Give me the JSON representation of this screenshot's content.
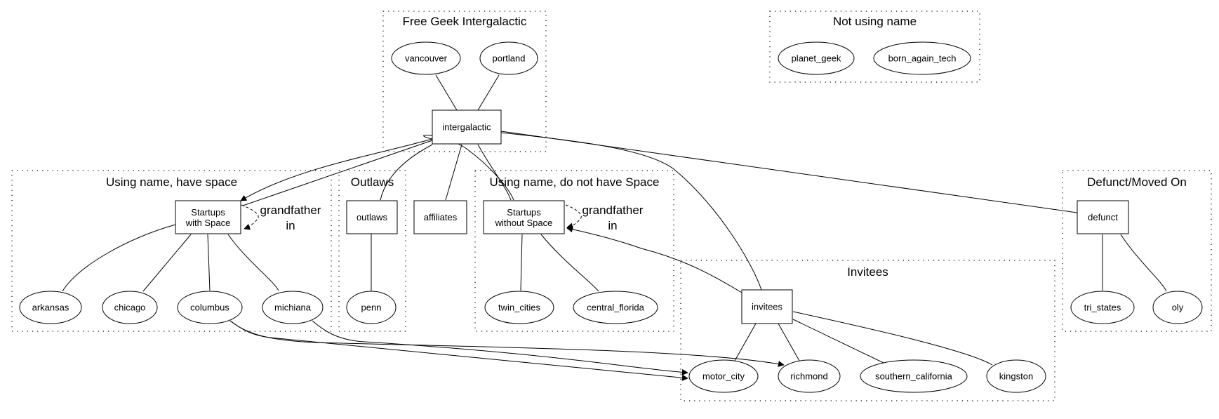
{
  "graph": {
    "clusters": [
      {
        "id": "free_geek",
        "title": "Free Geek Intergalactic",
        "nodes": [
          "vancouver",
          "portland",
          "intergalactic"
        ]
      },
      {
        "id": "not_using",
        "title": "Not using name",
        "nodes": [
          "planet_geek",
          "born_again_tech"
        ]
      },
      {
        "id": "have_space",
        "title": "Using name, have space",
        "nodes": [
          "startups_with_space",
          "arkansas",
          "chicago",
          "columbus",
          "michiana"
        ]
      },
      {
        "id": "outlaws_cluster",
        "title": "Outlaws",
        "nodes": [
          "outlaws",
          "penn"
        ]
      },
      {
        "id": "no_space",
        "title": "Using name, do not have Space",
        "nodes": [
          "startups_without_space",
          "twin_cities",
          "central_florida"
        ]
      },
      {
        "id": "defunct_cluster",
        "title": "Defunct/Moved On",
        "nodes": [
          "defunct",
          "tri_states",
          "oly"
        ]
      },
      {
        "id": "invitees_cluster",
        "title": "Invitees",
        "nodes": [
          "invitees",
          "motor_city",
          "richmond",
          "southern_california",
          "kingston"
        ]
      }
    ],
    "nodes": [
      {
        "id": "vancouver",
        "label": "vancouver",
        "shape": "ellipse"
      },
      {
        "id": "portland",
        "label": "portland",
        "shape": "ellipse"
      },
      {
        "id": "intergalactic",
        "label": "intergalactic",
        "shape": "box"
      },
      {
        "id": "planet_geek",
        "label": "planet_geek",
        "shape": "ellipse"
      },
      {
        "id": "born_again_tech",
        "label": "born_again_tech",
        "shape": "ellipse"
      },
      {
        "id": "startups_with_space",
        "label": "Startups\nwith Space",
        "shape": "box"
      },
      {
        "id": "arkansas",
        "label": "arkansas",
        "shape": "ellipse"
      },
      {
        "id": "chicago",
        "label": "chicago",
        "shape": "ellipse"
      },
      {
        "id": "columbus",
        "label": "columbus",
        "shape": "ellipse"
      },
      {
        "id": "michiana",
        "label": "michiana",
        "shape": "ellipse"
      },
      {
        "id": "outlaws",
        "label": "outlaws",
        "shape": "box"
      },
      {
        "id": "penn",
        "label": "penn",
        "shape": "ellipse"
      },
      {
        "id": "affiliates",
        "label": "affiliates",
        "shape": "box"
      },
      {
        "id": "startups_without_space",
        "label": "Startups\nwithout Space",
        "shape": "box"
      },
      {
        "id": "twin_cities",
        "label": "twin_cities",
        "shape": "ellipse"
      },
      {
        "id": "central_florida",
        "label": "central_florida",
        "shape": "ellipse"
      },
      {
        "id": "defunct",
        "label": "defunct",
        "shape": "box"
      },
      {
        "id": "tri_states",
        "label": "tri_states",
        "shape": "ellipse"
      },
      {
        "id": "oly",
        "label": "oly",
        "shape": "ellipse"
      },
      {
        "id": "invitees",
        "label": "invitees",
        "shape": "box"
      },
      {
        "id": "motor_city",
        "label": "motor_city",
        "shape": "ellipse"
      },
      {
        "id": "richmond",
        "label": "richmond",
        "shape": "ellipse"
      },
      {
        "id": "southern_california",
        "label": "southern_california",
        "shape": "ellipse"
      },
      {
        "id": "kingston",
        "label": "kingston",
        "shape": "ellipse"
      }
    ],
    "edges": [
      {
        "from": "vancouver",
        "to": "intergalactic",
        "directed": false
      },
      {
        "from": "portland",
        "to": "intergalactic",
        "directed": false
      },
      {
        "from": "intergalactic",
        "to": "startups_with_space",
        "directed": true
      },
      {
        "from": "intergalactic",
        "to": "startups_with_space",
        "directed": false
      },
      {
        "from": "intergalactic",
        "to": "outlaws",
        "directed": false
      },
      {
        "from": "intergalactic",
        "to": "affiliates",
        "directed": false
      },
      {
        "from": "intergalactic",
        "to": "startups_without_space",
        "directed": false
      },
      {
        "from": "intergalactic",
        "to": "startups_without_space",
        "directed": false
      },
      {
        "from": "intergalactic",
        "to": "defunct",
        "directed": false
      },
      {
        "from": "intergalactic",
        "to": "invitees",
        "directed": false
      },
      {
        "from": "startups_with_space",
        "to": "startups_with_space",
        "directed": true,
        "style": "dashed",
        "label": [
          "grandfather",
          "in"
        ]
      },
      {
        "from": "startups_without_space",
        "to": "startups_without_space",
        "directed": true,
        "style": "dashed",
        "label": [
          "grandfather",
          "in"
        ]
      },
      {
        "from": "invitees",
        "to": "startups_without_space",
        "directed": true
      },
      {
        "from": "startups_with_space",
        "to": "arkansas",
        "directed": false
      },
      {
        "from": "startups_with_space",
        "to": "chicago",
        "directed": false
      },
      {
        "from": "startups_with_space",
        "to": "columbus",
        "directed": false
      },
      {
        "from": "startups_with_space",
        "to": "michiana",
        "directed": false
      },
      {
        "from": "outlaws",
        "to": "penn",
        "directed": false
      },
      {
        "from": "startups_without_space",
        "to": "twin_cities",
        "directed": false
      },
      {
        "from": "startups_without_space",
        "to": "central_florida",
        "directed": false
      },
      {
        "from": "defunct",
        "to": "tri_states",
        "directed": false
      },
      {
        "from": "defunct",
        "to": "oly",
        "directed": false
      },
      {
        "from": "invitees",
        "to": "motor_city",
        "directed": false
      },
      {
        "from": "invitees",
        "to": "richmond",
        "directed": false
      },
      {
        "from": "invitees",
        "to": "southern_california",
        "directed": false
      },
      {
        "from": "invitees",
        "to": "kingston",
        "directed": false
      },
      {
        "from": "columbus",
        "to": "motor_city",
        "directed": true
      },
      {
        "from": "columbus",
        "to": "richmond",
        "directed": true
      },
      {
        "from": "michiana",
        "to": "motor_city",
        "directed": true
      }
    ]
  }
}
